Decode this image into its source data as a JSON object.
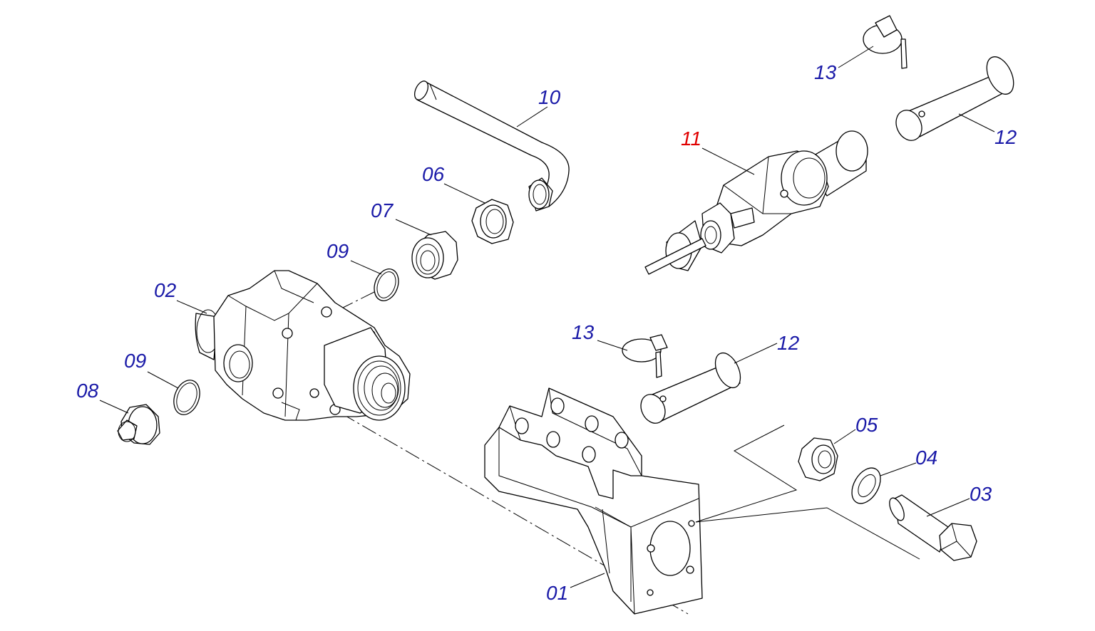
{
  "colors": {
    "callout_default": "#1a1aa8",
    "callout_highlight": "#e00000",
    "line": "#000000",
    "background": "#ffffff"
  },
  "callouts": {
    "c01": "01",
    "c02": "02",
    "c03": "03",
    "c04": "04",
    "c05": "05",
    "c06": "06",
    "c07": "07",
    "c08": "08",
    "c09a": "09",
    "c09b": "09",
    "c10": "10",
    "c11": "11",
    "c12a": "12",
    "c12b": "12",
    "c13a": "13",
    "c13b": "13"
  },
  "highlighted_callout": "11"
}
